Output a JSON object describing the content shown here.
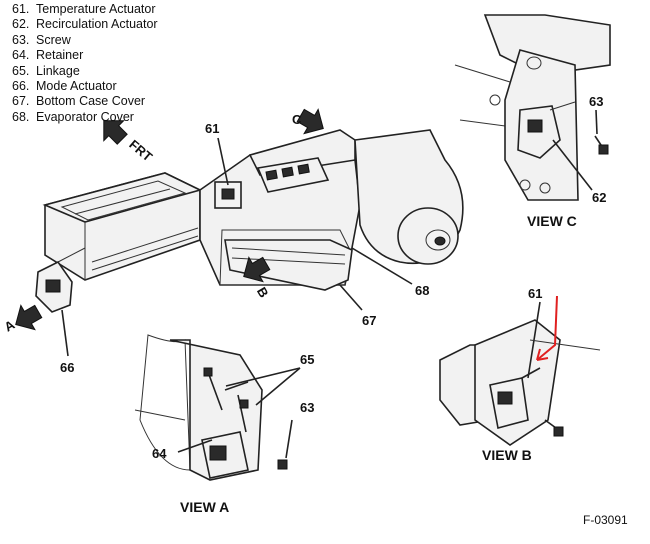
{
  "legend": [
    {
      "num": "61.",
      "text": "Temperature Actuator"
    },
    {
      "num": "62.",
      "text": "Recirculation Actuator"
    },
    {
      "num": "63.",
      "text": "Screw"
    },
    {
      "num": "64.",
      "text": "Retainer"
    },
    {
      "num": "65.",
      "text": "Linkage"
    },
    {
      "num": "66.",
      "text": "Mode Actuator"
    },
    {
      "num": "67.",
      "text": "Bottom Case Cover"
    },
    {
      "num": "68.",
      "text": "Evaporator Cover"
    }
  ],
  "main": {
    "label_61": "61",
    "label_66": "66",
    "label_67": "67",
    "label_68": "68",
    "arrow_a": "A",
    "arrow_b": "B",
    "arrow_c": "C",
    "arrow_frt": "FRT"
  },
  "view_a": {
    "title": "VIEW A",
    "label_63": "63",
    "label_64": "64",
    "label_65": "65"
  },
  "view_b": {
    "title": "VIEW B",
    "label_61": "61"
  },
  "view_c": {
    "title": "VIEW C",
    "label_62": "62",
    "label_63": "63"
  },
  "figure_code": "F-03091",
  "colors": {
    "annotation": "#e02020"
  }
}
